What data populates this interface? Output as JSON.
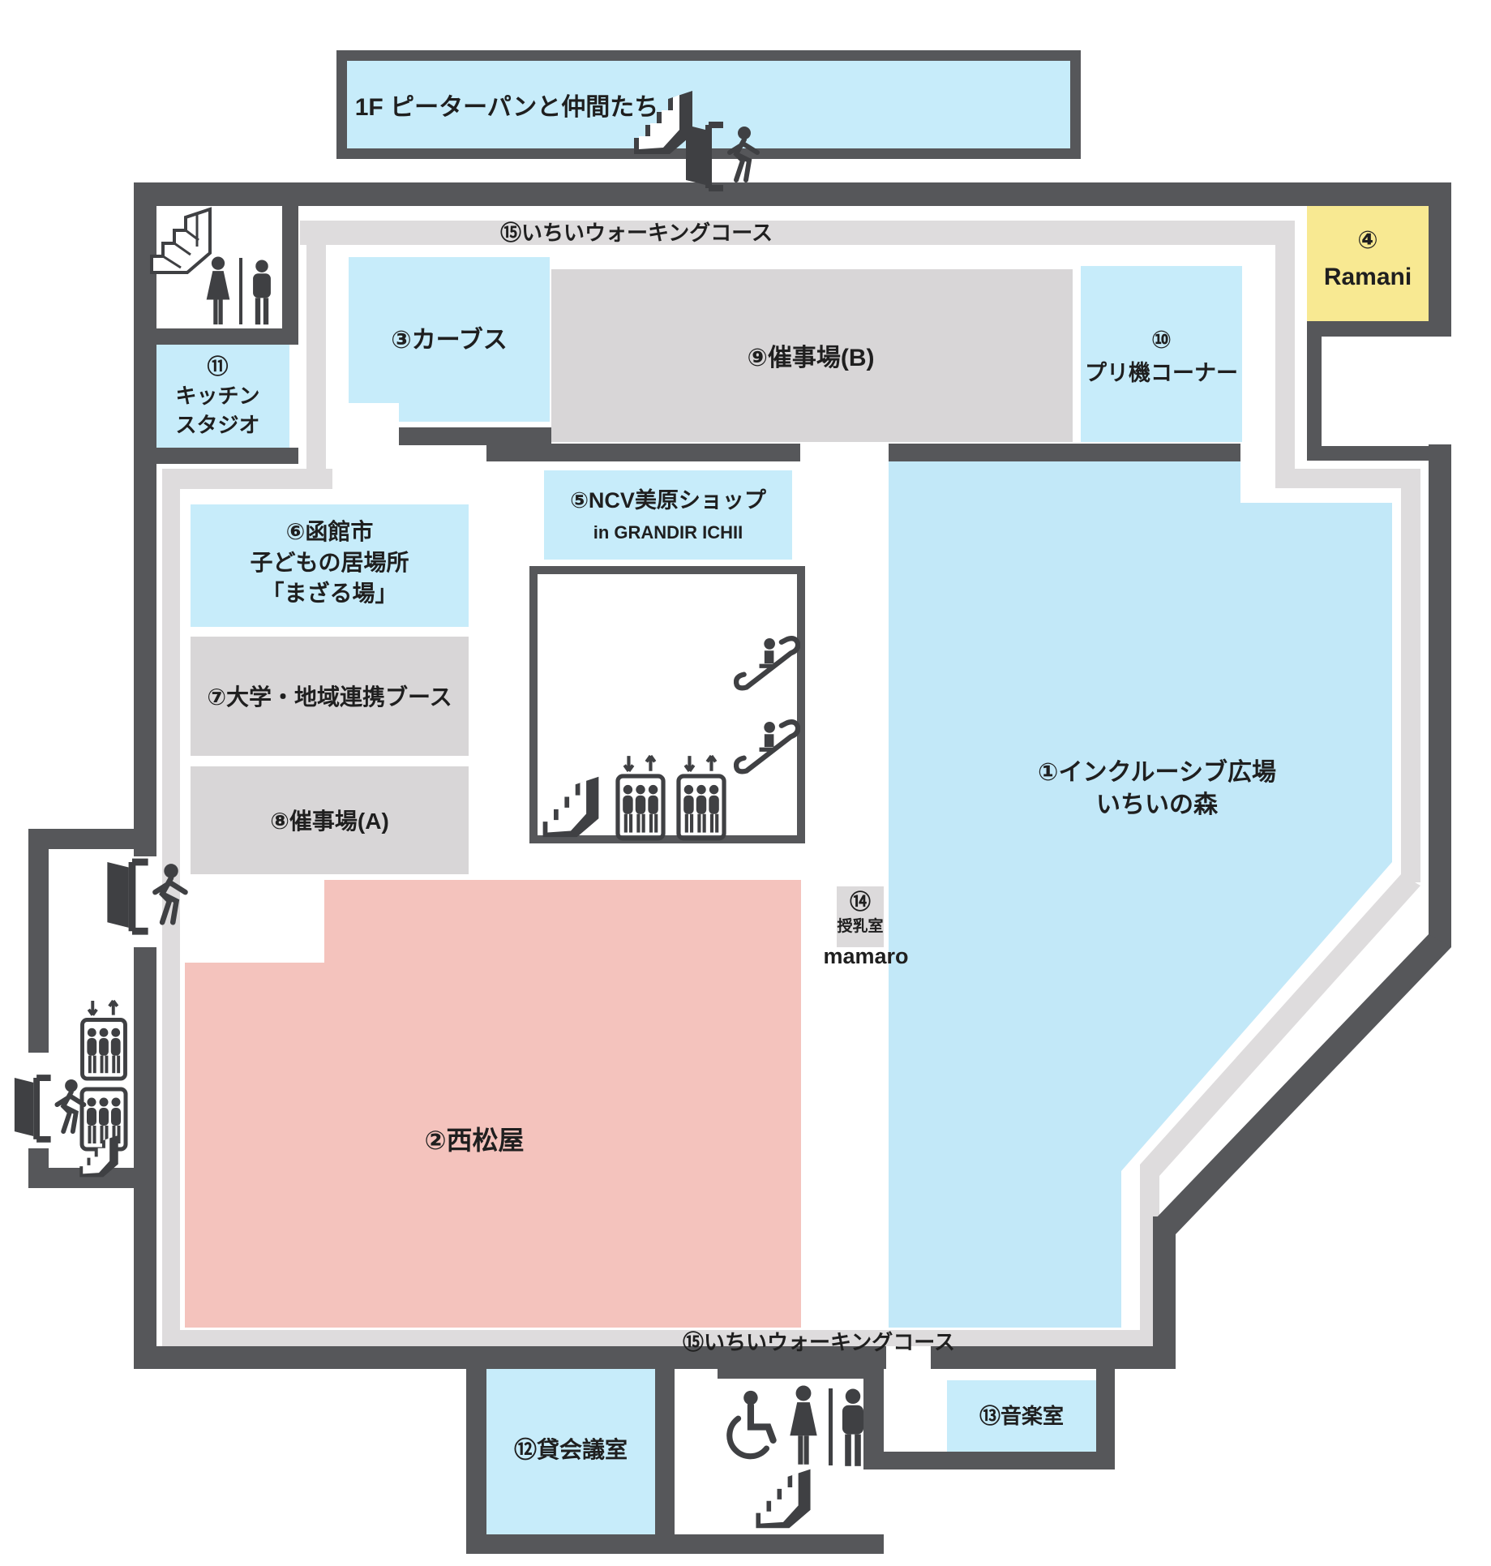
{
  "banner": {
    "label": "1F ピーターパンと仲間たち"
  },
  "walking_course": {
    "top_label": "⑮いちいウォーキングコース",
    "bottom_label": "⑮いちいウォーキングコース"
  },
  "rooms": {
    "inclusive_plaza": {
      "lines": [
        "①インクルーシブ広場",
        "いちいの森"
      ]
    },
    "nishimatsuya": {
      "label": "②西松屋"
    },
    "curves": {
      "label": "③カーブス"
    },
    "ramani": {
      "lines": [
        "④",
        "Ramani"
      ]
    },
    "ncv_mihara": {
      "lines": [
        "⑤NCV美原ショップ",
        "in GRANDIR ICHII"
      ]
    },
    "kodomo_ibasho": {
      "lines": [
        "⑥函館市",
        "子どもの居場所",
        "「まざる場」"
      ]
    },
    "univ_booth": {
      "label": "⑦大学・地域連携ブース"
    },
    "event_a": {
      "label": "⑧催事場(A)"
    },
    "event_b": {
      "label": "⑨催事場(B)"
    },
    "print_corner": {
      "lines": [
        "⑩",
        "プリ機コーナー"
      ]
    },
    "kitchen_studio": {
      "lines": [
        "⑪",
        "キッチン",
        "スタジオ"
      ]
    },
    "meeting_room": {
      "label": "⑫貸会議室"
    },
    "music_room": {
      "label": "⑬音楽室"
    },
    "nursing_room": {
      "lines": [
        "⑭",
        "授乳室",
        "mamaro"
      ]
    }
  },
  "icons": {
    "elevator_arrows": "↓↑"
  },
  "colors": {
    "wall": "#56575a",
    "walking_course": "#dedcdd",
    "room_gray": "#d8d6d7",
    "room_blue": "#c7ecfa",
    "plaza_blue": "#c2e8f8",
    "room_pink": "#f4c3bd",
    "room_yellow": "#f8e992"
  }
}
